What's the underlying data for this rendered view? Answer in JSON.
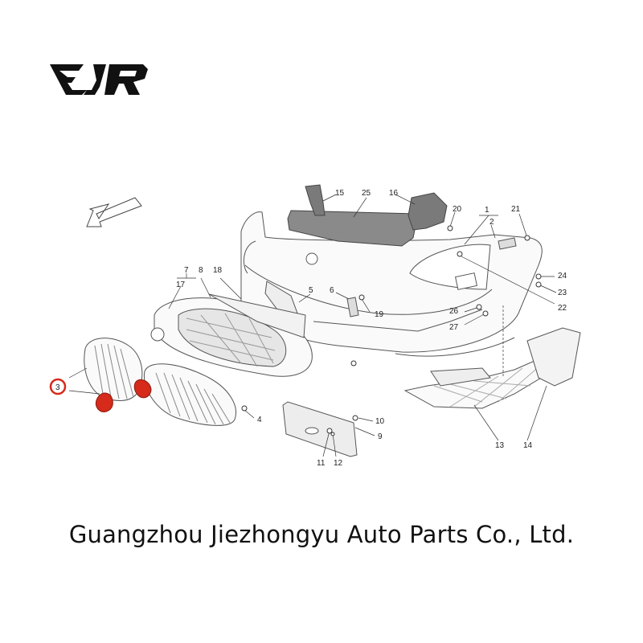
{
  "brand": {
    "logo_text": "EJR",
    "logo_color": "#111111"
  },
  "company_name": "Guangzhou Jiezhongyu Auto Parts Co., Ltd.",
  "highlight_color": "#d62a1a",
  "callouts": [
    {
      "id": "c1",
      "label": "1"
    },
    {
      "id": "c2",
      "label": "2"
    },
    {
      "id": "c3",
      "label": "3"
    },
    {
      "id": "c4",
      "label": "4"
    },
    {
      "id": "c5",
      "label": "5"
    },
    {
      "id": "c6",
      "label": "6"
    },
    {
      "id": "c7",
      "label": "7"
    },
    {
      "id": "c8",
      "label": "8"
    },
    {
      "id": "c9",
      "label": "9"
    },
    {
      "id": "c10",
      "label": "10"
    },
    {
      "id": "c11",
      "label": "11"
    },
    {
      "id": "c12",
      "label": "12"
    },
    {
      "id": "c13",
      "label": "13"
    },
    {
      "id": "c14",
      "label": "14"
    },
    {
      "id": "c15",
      "label": "15"
    },
    {
      "id": "c16",
      "label": "16"
    },
    {
      "id": "c17",
      "label": "17"
    },
    {
      "id": "c18",
      "label": "18"
    },
    {
      "id": "c19",
      "label": "19"
    },
    {
      "id": "c20",
      "label": "20"
    },
    {
      "id": "c21",
      "label": "21"
    },
    {
      "id": "c22",
      "label": "22"
    },
    {
      "id": "c23",
      "label": "23"
    },
    {
      "id": "c24",
      "label": "24"
    },
    {
      "id": "c25",
      "label": "25"
    },
    {
      "id": "c26",
      "label": "26"
    },
    {
      "id": "c27",
      "label": "27"
    }
  ]
}
